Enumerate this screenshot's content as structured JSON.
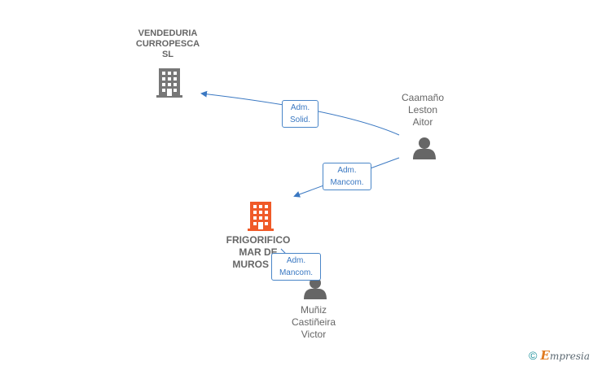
{
  "nodes": {
    "company_top": {
      "label": "VENDEDURIA\nCURROPESCA\nSL",
      "icon": "building-icon",
      "color": "#777777"
    },
    "company_main": {
      "label": "FRIGORIFICO\nMAR DE\nMUROS SL",
      "icon": "building-icon",
      "color": "#f05a28"
    },
    "person_caamano": {
      "label": "Caamaño\nLeston\nAitor",
      "icon": "person-icon",
      "color": "#666666"
    },
    "person_muniz": {
      "label": "Muñiz\nCastiñeira\nVictor",
      "icon": "person-icon",
      "color": "#666666"
    }
  },
  "relations": {
    "r1": {
      "line1": "Adm.",
      "line2": "Solid."
    },
    "r2": {
      "line1": "Adm.",
      "line2": "Mancom."
    },
    "r3": {
      "line1": "Adm.",
      "line2": "Mancom."
    }
  },
  "colors": {
    "link": "#3a78c2"
  },
  "footer": {
    "copyright": "©",
    "brand_initial": "E",
    "brand_rest": "mpresia"
  }
}
